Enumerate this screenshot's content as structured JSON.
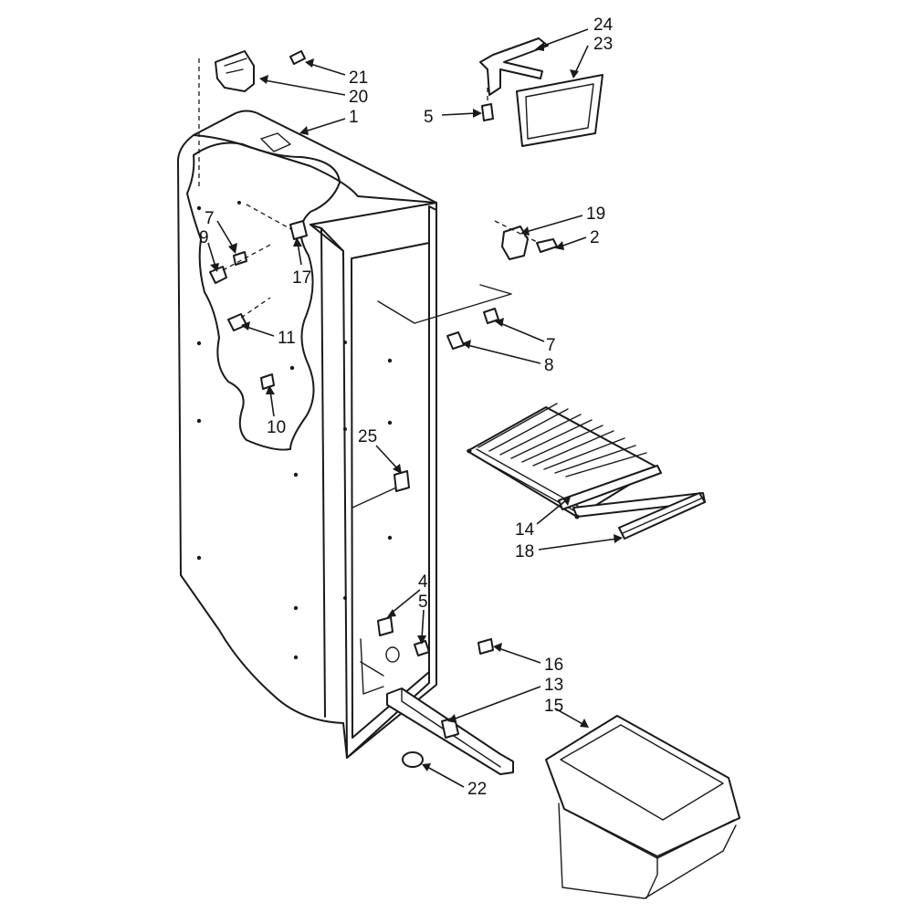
{
  "diagram": {
    "callouts": [
      {
        "id": "c24",
        "text": "24"
      },
      {
        "id": "c23",
        "text": "23"
      },
      {
        "id": "c21",
        "text": "21"
      },
      {
        "id": "c20",
        "text": "20"
      },
      {
        "id": "c1",
        "text": "1"
      },
      {
        "id": "c5a",
        "text": "5"
      },
      {
        "id": "c19",
        "text": "19"
      },
      {
        "id": "c2",
        "text": "2"
      },
      {
        "id": "c7a",
        "text": "7"
      },
      {
        "id": "c9",
        "text": "9"
      },
      {
        "id": "c17",
        "text": "17"
      },
      {
        "id": "c11",
        "text": "11"
      },
      {
        "id": "c7b",
        "text": "7"
      },
      {
        "id": "c8",
        "text": "8"
      },
      {
        "id": "c10",
        "text": "10"
      },
      {
        "id": "c25",
        "text": "25"
      },
      {
        "id": "c14",
        "text": "14"
      },
      {
        "id": "c18",
        "text": "18"
      },
      {
        "id": "c4",
        "text": "4"
      },
      {
        "id": "c5b",
        "text": "5"
      },
      {
        "id": "c16",
        "text": "16"
      },
      {
        "id": "c13",
        "text": "13"
      },
      {
        "id": "c15",
        "text": "15"
      },
      {
        "id": "c22",
        "text": "22"
      }
    ]
  }
}
